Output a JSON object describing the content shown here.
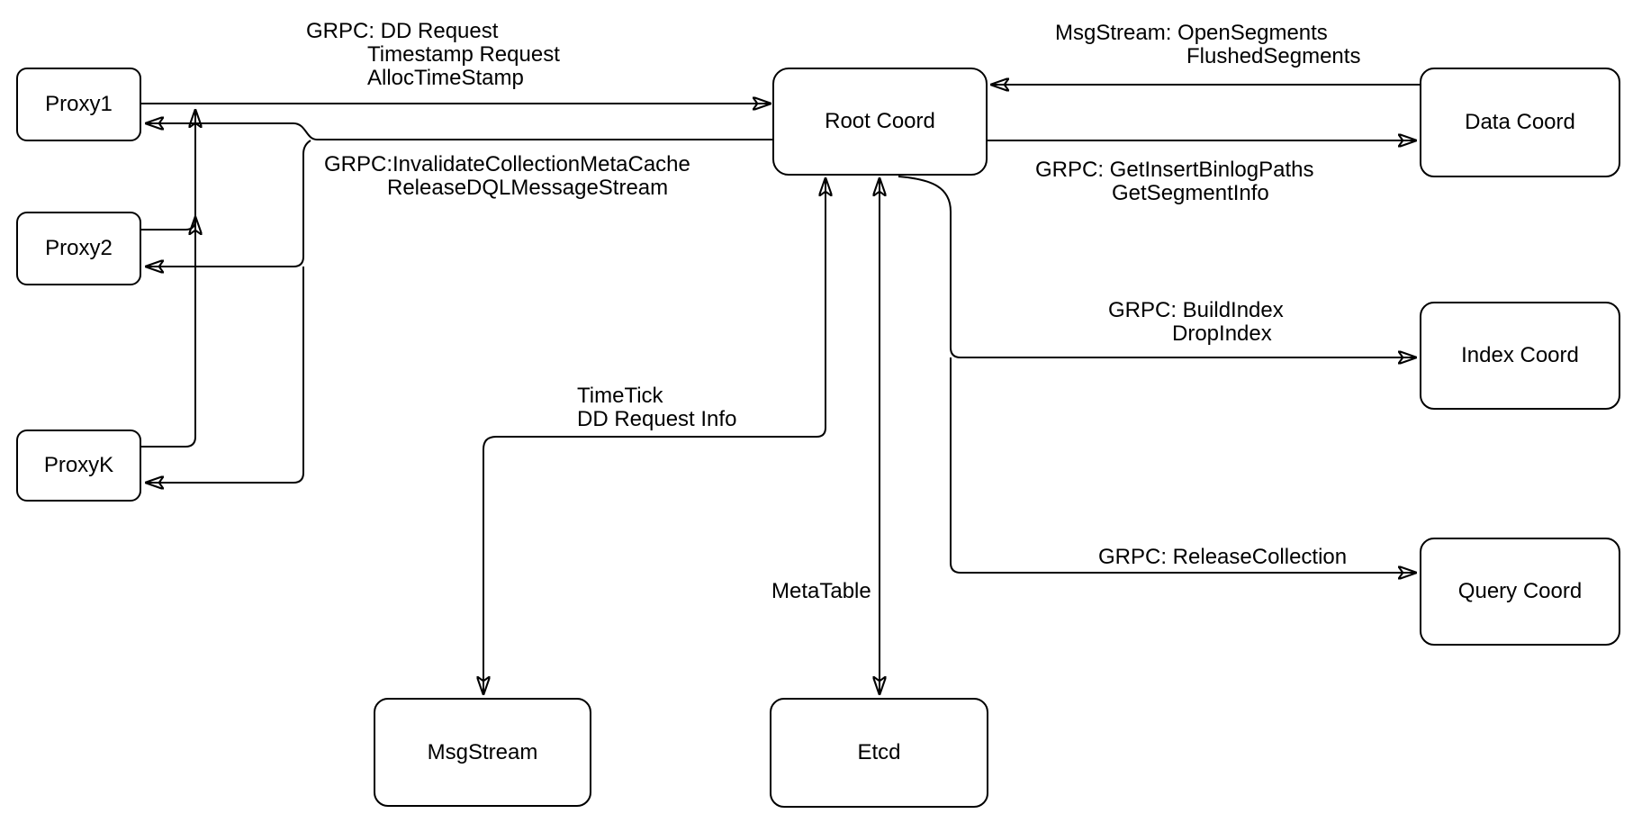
{
  "diagram": {
    "colors": {
      "stroke": "#000000",
      "node_fill": "#ffffff",
      "text": "#000000",
      "background": "#ffffff"
    },
    "nodes": [
      {
        "id": "proxy1",
        "label": "Proxy1"
      },
      {
        "id": "proxy2",
        "label": "Proxy2"
      },
      {
        "id": "proxyk",
        "label": "ProxyK"
      },
      {
        "id": "root-coord",
        "label": "Root Coord"
      },
      {
        "id": "data-coord",
        "label": "Data Coord"
      },
      {
        "id": "index-coord",
        "label": "Index Coord"
      },
      {
        "id": "query-coord",
        "label": "Query Coord"
      },
      {
        "id": "msgstream",
        "label": "MsgStream"
      },
      {
        "id": "etcd",
        "label": "Etcd"
      }
    ],
    "edge_labels": {
      "proxy_to_root": [
        "GRPC: DD Request",
        "Timestamp Request",
        "AllocTimeStamp"
      ],
      "root_to_proxy": [
        "GRPC:InvalidateCollectionMetaCache",
        "ReleaseDQLMessageStream"
      ],
      "data_to_root": [
        "MsgStream: OpenSegments",
        "FlushedSegments"
      ],
      "root_to_data": [
        "GRPC: GetInsertBinlogPaths",
        "GetSegmentInfo"
      ],
      "root_to_index": [
        "GRPC: BuildIndex",
        "DropIndex"
      ],
      "root_to_query": [
        "GRPC: ReleaseCollection"
      ],
      "root_to_msgstream": [
        "TimeTick",
        "DD Request Info"
      ],
      "root_to_etcd": [
        "MetaTable"
      ]
    },
    "edges": [
      {
        "from": "Proxy1",
        "to": "Root Coord",
        "bidirectional": false
      },
      {
        "from": "Proxy2",
        "to": "Root Coord",
        "bidirectional": false
      },
      {
        "from": "ProxyK",
        "to": "Root Coord",
        "bidirectional": false
      },
      {
        "from": "Root Coord",
        "to": "Proxy1",
        "bidirectional": false
      },
      {
        "from": "Root Coord",
        "to": "Proxy2",
        "bidirectional": false
      },
      {
        "from": "Root Coord",
        "to": "ProxyK",
        "bidirectional": false
      },
      {
        "from": "Data Coord",
        "to": "Root Coord",
        "bidirectional": false
      },
      {
        "from": "Root Coord",
        "to": "Data Coord",
        "bidirectional": false
      },
      {
        "from": "Root Coord",
        "to": "Index Coord",
        "bidirectional": false
      },
      {
        "from": "Root Coord",
        "to": "Query Coord",
        "bidirectional": false
      },
      {
        "from": "Root Coord",
        "to": "MsgStream",
        "bidirectional": true
      },
      {
        "from": "Root Coord",
        "to": "Etcd",
        "bidirectional": true
      }
    ]
  }
}
